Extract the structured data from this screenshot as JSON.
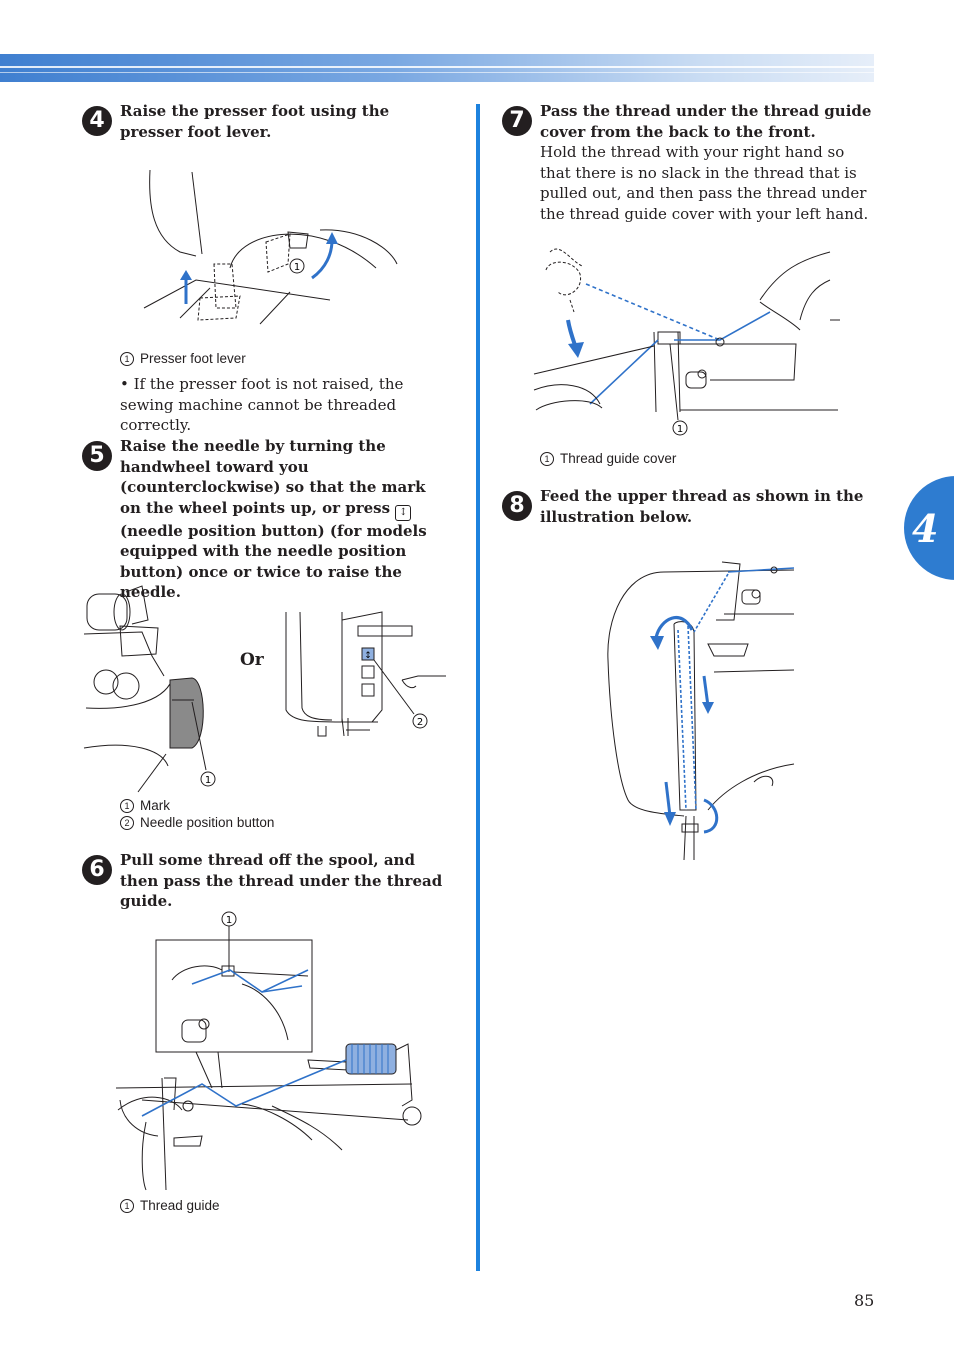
{
  "chapter_tab": "4",
  "page_number": "85",
  "steps": {
    "s4": {
      "num": "4",
      "heading": "Raise the presser foot using the presser foot lever.",
      "caption_num": "1",
      "caption": "Presser foot lever",
      "bullet": "• If the presser foot is not raised, the sewing machine cannot be threaded correctly."
    },
    "s5": {
      "num": "5",
      "heading_a": "Raise the needle by turning the handwheel toward you (counterclockwise) so that the mark on the wheel points up, or press",
      "heading_b": "(needle position button) (for models equipped with the needle position button) once or twice to raise the needle.",
      "or": "Or",
      "caption1_num": "1",
      "caption1": "Mark",
      "caption2_num": "2",
      "caption2": "Needle position button"
    },
    "s6": {
      "num": "6",
      "heading": "Pull some thread off the spool, and then pass the thread under the thread guide.",
      "caption_num": "1",
      "caption": "Thread guide"
    },
    "s7": {
      "num": "7",
      "heading": "Pass the thread under the thread guide cover from the back to the front.",
      "body": "Hold the thread with your right hand so that there is no slack in the thread that is pulled out, and then pass the thread under the thread guide cover with your left hand.",
      "caption_num": "1",
      "caption": "Thread guide cover"
    },
    "s8": {
      "num": "8",
      "heading": "Feed the upper thread as shown in the illustration below."
    }
  },
  "colors": {
    "accent": "#1d82de",
    "thread": "#2f72c9",
    "tab": "#2e7cd0"
  }
}
